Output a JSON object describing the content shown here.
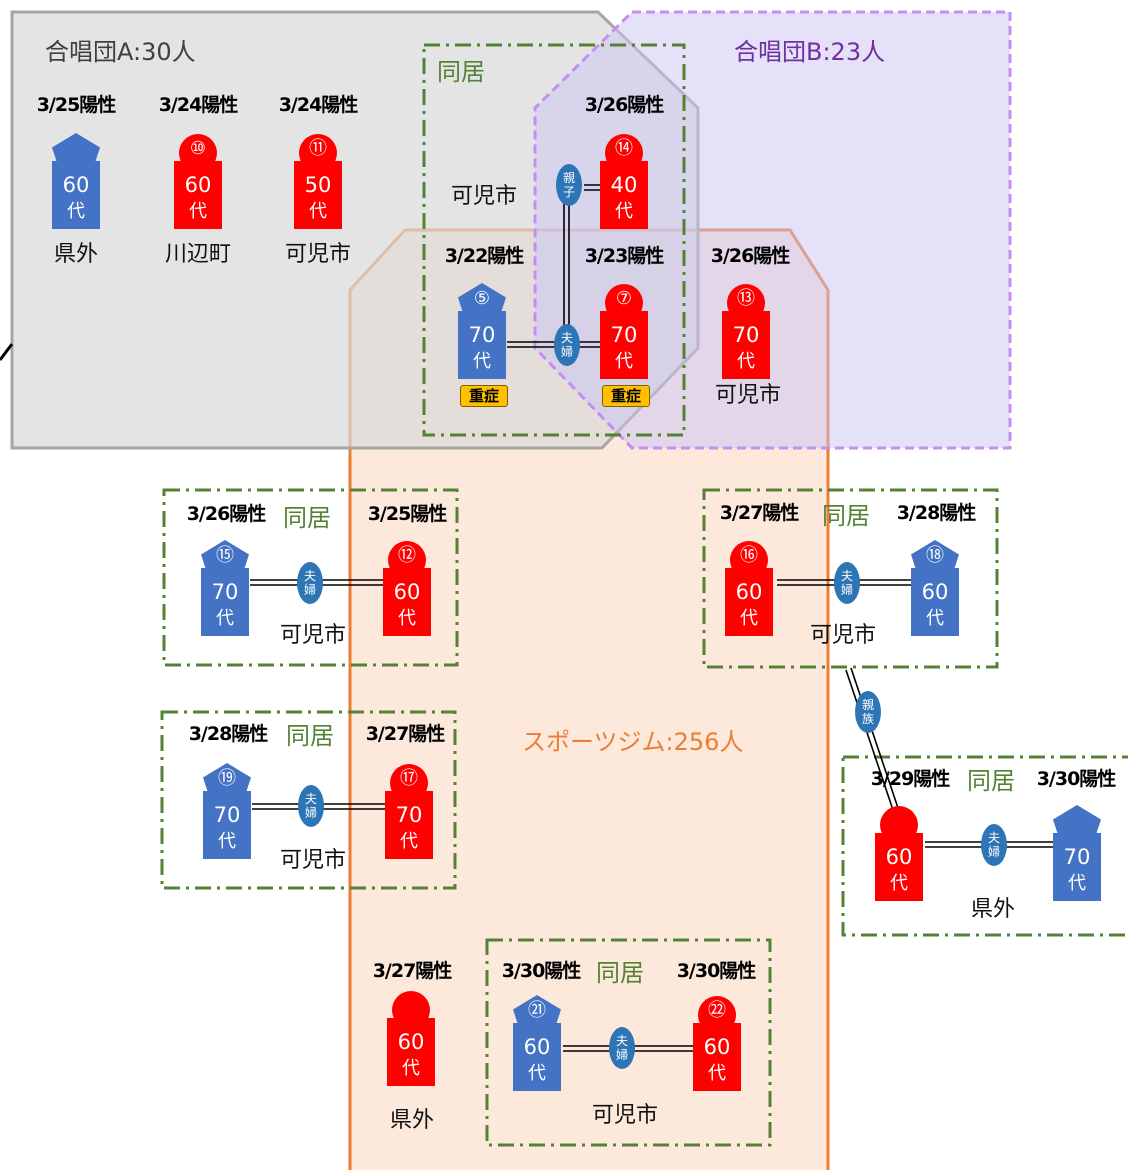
{
  "groups": {
    "choir_a": "合唱団A:30人",
    "choir_b": "合唱団B:23人",
    "gym": "スポーツジム:256人"
  },
  "cohabitation_label": "同居",
  "severity_label": "重症",
  "age_suffix": "代",
  "people": [
    {
      "id": "p-a",
      "num": "",
      "age": "60",
      "sex": "m",
      "date": "3/25陽性",
      "place": "県外"
    },
    {
      "id": "p10",
      "num": "⑩",
      "age": "60",
      "sex": "f",
      "date": "3/24陽性",
      "place": "川辺町"
    },
    {
      "id": "p11",
      "num": "⑪",
      "age": "50",
      "sex": "f",
      "date": "3/24陽性",
      "place": "可児市"
    },
    {
      "id": "p14",
      "num": "⑭",
      "age": "40",
      "sex": "f",
      "date": "3/26陽性",
      "place": ""
    },
    {
      "id": "p5",
      "num": "⑤",
      "age": "70",
      "sex": "m",
      "date": "3/22陽性",
      "place": "",
      "severe": true
    },
    {
      "id": "p7",
      "num": "⑦",
      "age": "70",
      "sex": "f",
      "date": "3/23陽性",
      "place": "",
      "severe": true
    },
    {
      "id": "p13",
      "num": "⑬",
      "age": "70",
      "sex": "f",
      "date": "3/26陽性",
      "place": "可児市"
    },
    {
      "id": "p15",
      "num": "⑮",
      "age": "70",
      "sex": "m",
      "date": "3/26陽性",
      "place": ""
    },
    {
      "id": "p12",
      "num": "⑫",
      "age": "60",
      "sex": "f",
      "date": "3/25陽性",
      "place": ""
    },
    {
      "id": "p16",
      "num": "⑯",
      "age": "60",
      "sex": "f",
      "date": "3/27陽性",
      "place": ""
    },
    {
      "id": "p18",
      "num": "⑱",
      "age": "60",
      "sex": "m",
      "date": "3/28陽性",
      "place": ""
    },
    {
      "id": "p19",
      "num": "⑲",
      "age": "70",
      "sex": "m",
      "date": "3/28陽性",
      "place": ""
    },
    {
      "id": "p17",
      "num": "⑰",
      "age": "70",
      "sex": "f",
      "date": "3/27陽性",
      "place": ""
    },
    {
      "id": "p-b",
      "num": "",
      "age": "60",
      "sex": "f",
      "date": "3/29陽性",
      "place": ""
    },
    {
      "id": "p-c",
      "num": "",
      "age": "70",
      "sex": "m",
      "date": "3/30陽性",
      "place": ""
    },
    {
      "id": "p-d",
      "num": "",
      "age": "60",
      "sex": "f",
      "date": "3/27陽性",
      "place": "県外"
    },
    {
      "id": "p21",
      "num": "㉑",
      "age": "60",
      "sex": "m",
      "date": "3/30陽性",
      "place": ""
    },
    {
      "id": "p22",
      "num": "㉒",
      "age": "60",
      "sex": "f",
      "date": "3/30陽性",
      "place": ""
    }
  ],
  "households": [
    {
      "id": "h1",
      "place": "可児市"
    },
    {
      "id": "h2",
      "place": "可児市"
    },
    {
      "id": "h3",
      "place": "可児市"
    },
    {
      "id": "h4",
      "place": "可児市"
    },
    {
      "id": "h5",
      "place": "県外"
    },
    {
      "id": "h6",
      "place": "可児市"
    }
  ],
  "relations": [
    {
      "from": "p14",
      "to": "p7",
      "label": "親子"
    },
    {
      "from": "p5",
      "to": "p7",
      "label": "夫婦"
    },
    {
      "from": "p15",
      "to": "p12",
      "label": "夫婦"
    },
    {
      "from": "p16",
      "to": "p18",
      "label": "夫婦"
    },
    {
      "from": "p19",
      "to": "p17",
      "label": "夫婦"
    },
    {
      "from": "p16",
      "to": "p-b",
      "label": "親族"
    },
    {
      "from": "p-b",
      "to": "p-c",
      "label": "夫婦"
    },
    {
      "from": "p21",
      "to": "p22",
      "label": "夫婦"
    }
  ],
  "colors": {
    "female": "#ff0000",
    "male": "#4472c4",
    "relation": "#2e75b6",
    "cohabitation": "#548235",
    "choir_a": "#595959",
    "choir_b": "#7030a0",
    "gym": "#ed7d31",
    "severe": "#ffc000"
  }
}
